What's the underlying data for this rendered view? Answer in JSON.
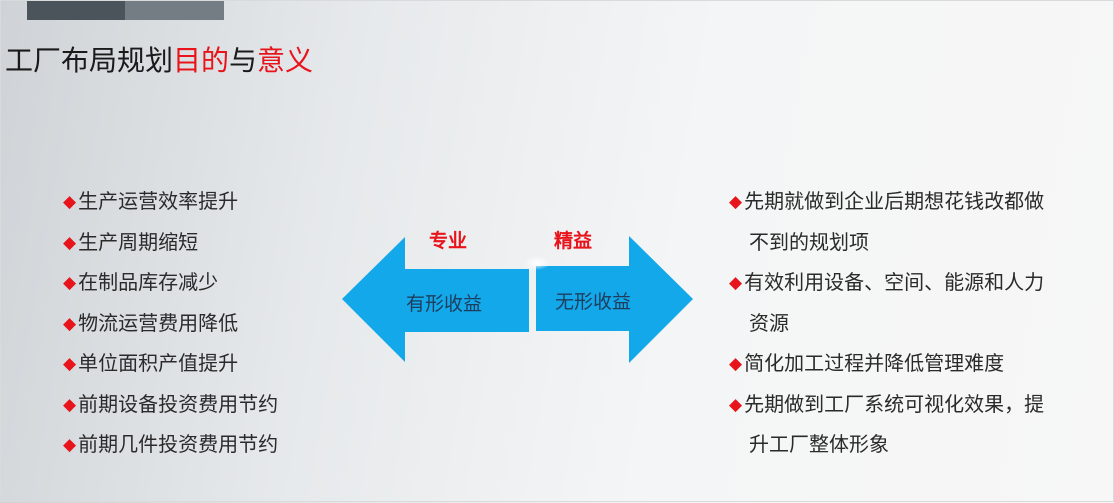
{
  "title": {
    "part1": "工厂布局规划",
    "part2": "目的",
    "part3": "与",
    "part4": "意义"
  },
  "left_list": [
    "生产运营效率提升",
    "生产周期缩短",
    "在制品库存减少",
    "物流运营费用降低",
    "单位面积产值提升",
    "前期设备投资费用节约",
    "前期几件投资费用节约"
  ],
  "right_list": {
    "item1_line1": "先期就做到企业后期想花钱改都做",
    "item1_line2": "不到的规划项",
    "item2_line1": "有效利用设备、空间、能源和人力",
    "item2_line2": "资源",
    "item3_line1": "简化加工过程并降低管理难度",
    "item4_line1": "先期做到工厂系统可视化效果，提",
    "item4_line2": "升工厂整体形象"
  },
  "bullet": "◆",
  "center": {
    "left_tag": "专业",
    "right_tag": "精益",
    "left_arrow_label": "有形收益",
    "right_arrow_label": "无形收益"
  },
  "colors": {
    "accent_red": "#e8141b",
    "arrow_blue": "#13a8ea",
    "dark_bar": "#4b545b",
    "mid_bar": "#747d84"
  }
}
